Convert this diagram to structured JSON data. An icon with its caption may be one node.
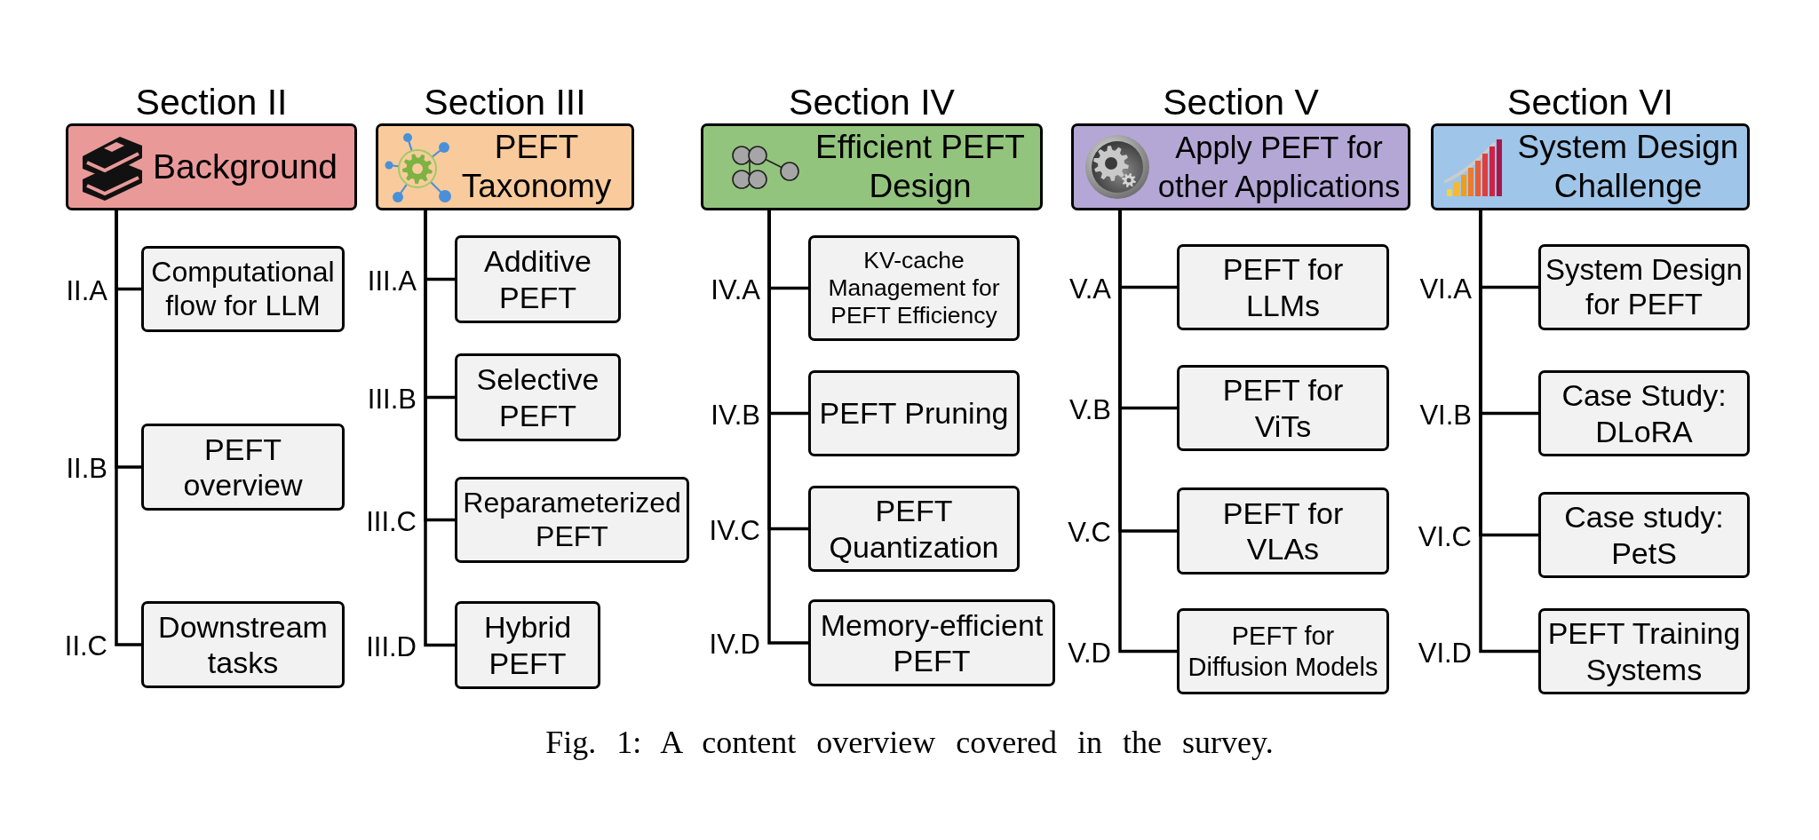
{
  "diagram": {
    "nodes": [
      {
        "text": [
          "Section II",
          "Background"
        ]
      },
      {
        "text": [
          "Computational flow for LLM"
        ]
      },
      {
        "text": [
          "PEFT overview"
        ]
      },
      {
        "text": [
          "Downstream tasks"
        ]
      },
      {
        "text": [
          "Section III",
          "PEFT Taxonomy"
        ]
      },
      {
        "text": [
          "Additive PEFT"
        ]
      },
      {
        "text": [
          "Selective PEFT"
        ]
      },
      {
        "text": [
          "Reparameterized PEFT"
        ]
      },
      {
        "text": [
          "Hybrid PEFT"
        ]
      },
      {
        "text": [
          "Section IV",
          "Efficient PEFT Design"
        ]
      },
      {
        "text": [
          "KV-cache Management for PEFT Efficiency"
        ]
      },
      {
        "text": [
          "PEFT Pruning"
        ]
      },
      {
        "text": [
          "PEFT Quantization"
        ]
      },
      {
        "text": [
          "Memory-efficient PEFT"
        ]
      },
      {
        "text": [
          "Section V",
          "Apply PEFT for other Applications"
        ]
      },
      {
        "text": [
          "PEFT for LLMs"
        ]
      },
      {
        "text": [
          "PEFT for ViTs"
        ]
      },
      {
        "text": [
          "PEFT for VLAs"
        ]
      },
      {
        "text": [
          "PEFT for Diffusion Models"
        ]
      },
      {
        "text": [
          "Section VI",
          "System Design Challenge"
        ]
      },
      {
        "text": [
          "System Design for PEFT"
        ]
      },
      {
        "text": [
          "Case Study: DLoRA"
        ]
      },
      {
        "text": [
          "Case study: PetS"
        ]
      },
      {
        "text": [
          "PEFT Training Systems"
        ]
      }
    ],
    "edges": [
      {
        "from": 0,
        "to": 1,
        "arrow": "none",
        "label": "II.A"
      },
      {
        "from": 0,
        "to": 2,
        "arrow": "none",
        "label": "II.B"
      },
      {
        "from": 0,
        "to": 3,
        "arrow": "none",
        "label": "II.C"
      },
      {
        "from": 4,
        "to": 5,
        "arrow": "none",
        "label": "III.A"
      },
      {
        "from": 4,
        "to": 6,
        "arrow": "none",
        "label": "III.B"
      },
      {
        "from": 4,
        "to": 7,
        "arrow": "none",
        "label": "III.C"
      },
      {
        "from": 4,
        "to": 8,
        "arrow": "none",
        "label": "III.D"
      },
      {
        "from": 9,
        "to": 10,
        "arrow": "none",
        "label": "IV.A"
      },
      {
        "from": 9,
        "to": 11,
        "arrow": "none",
        "label": "IV.B"
      },
      {
        "from": 9,
        "to": 12,
        "arrow": "none",
        "label": "IV.C"
      },
      {
        "from": 9,
        "to": 13,
        "arrow": "none",
        "label": "IV.D"
      },
      {
        "from": 14,
        "to": 15,
        "arrow": "none",
        "label": "V.A"
      },
      {
        "from": 14,
        "to": 16,
        "arrow": "none",
        "label": "V.B"
      },
      {
        "from": 14,
        "to": 17,
        "arrow": "none",
        "label": "V.C"
      },
      {
        "from": 14,
        "to": 18,
        "arrow": "none",
        "label": "V.D"
      },
      {
        "from": 19,
        "to": 20,
        "arrow": "none",
        "label": "VI.A"
      },
      {
        "from": 19,
        "to": 21,
        "arrow": "none",
        "label": "VI.B"
      },
      {
        "from": 19,
        "to": 22,
        "arrow": "none",
        "label": "VI.C"
      },
      {
        "from": 19,
        "to": 23,
        "arrow": "none",
        "label": "VI.D"
      }
    ],
    "caption": "Fig. 1: A content overview covered in the survey."
  }
}
